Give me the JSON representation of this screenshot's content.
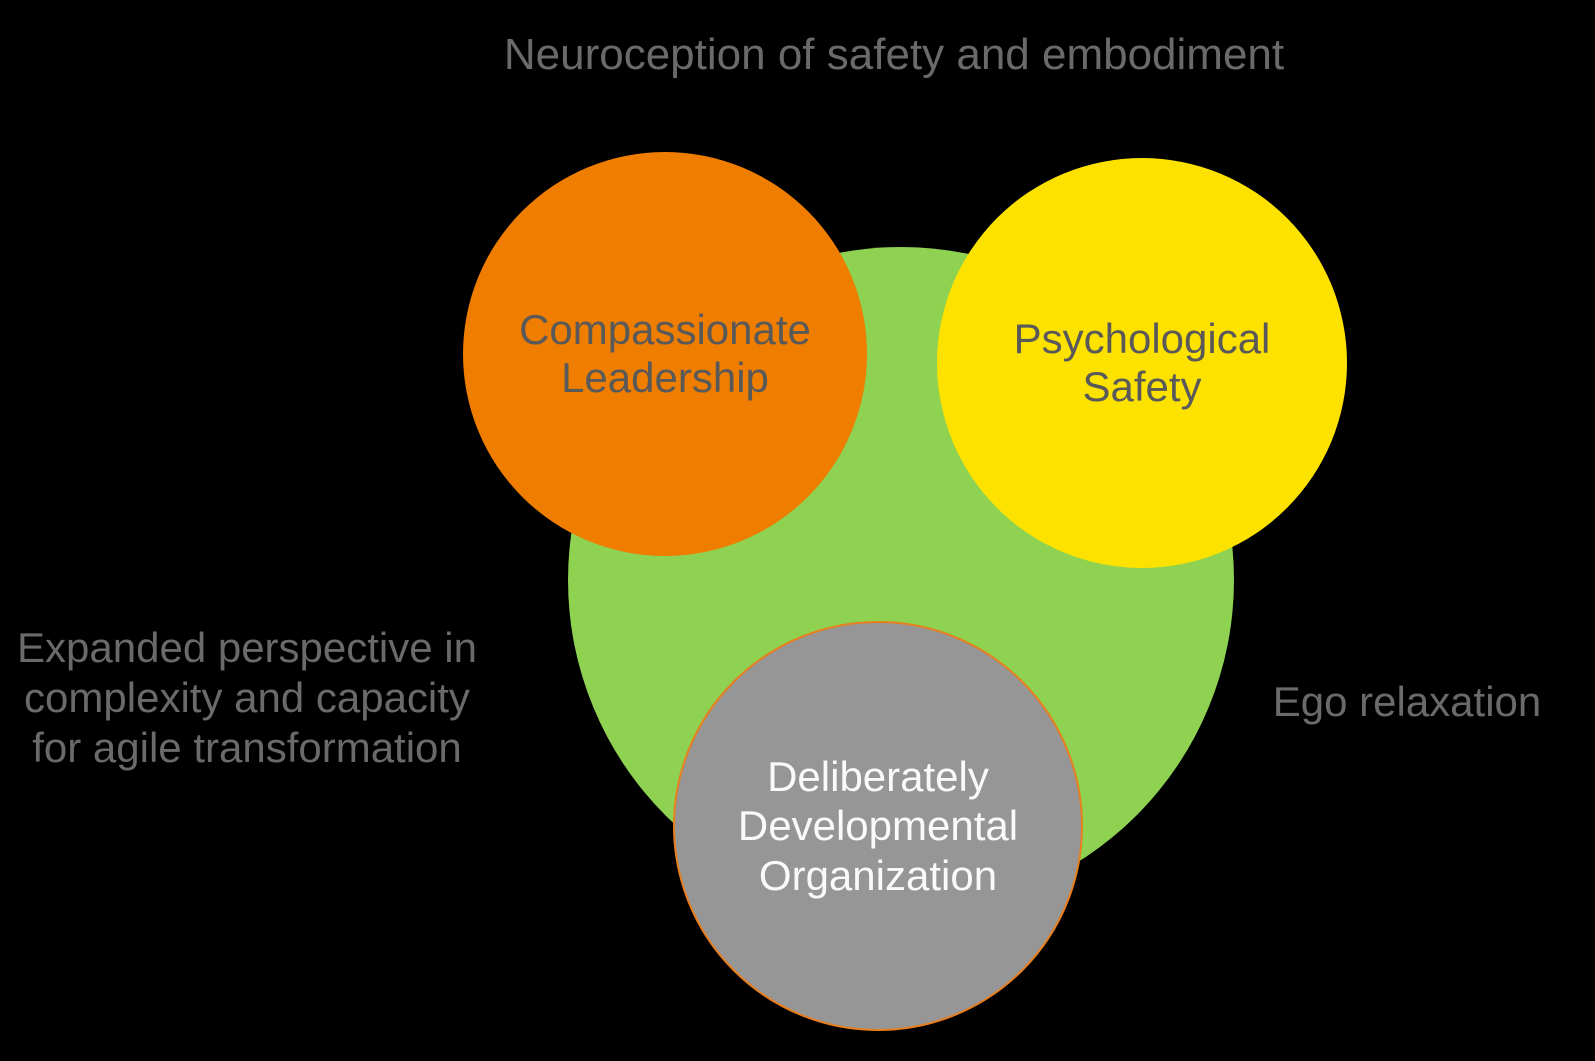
{
  "colors": {
    "background": "#000000",
    "green_circle": "#8FD252",
    "orange_circle": "#EE7D00",
    "yellow_circle": "#FDE200",
    "gray_circle": "#969696",
    "gray_circle_border": "#E87E1E",
    "outer_label_text": "#6A6A6A",
    "inner_label_text": "#595959",
    "gray_circle_text": "#FAFAFA"
  },
  "outer_labels": {
    "top": "Neuroception of safety and embodiment",
    "left": "Expanded perspective in\ncomplexity and capacity\nfor agile transformation",
    "right": "Ego relaxation"
  },
  "circles": {
    "green": {
      "label": "",
      "color": "#8FD252"
    },
    "orange": {
      "label": "Compassionate\nLeadership",
      "color": "#EE7D00",
      "text_color": "#595959"
    },
    "yellow": {
      "label": "Psychological\nSafety",
      "color": "#FDE200",
      "text_color": "#595959"
    },
    "gray": {
      "label": "Deliberately\nDevelopmental\nOrganization",
      "color": "#969696",
      "border_color": "#E87E1E",
      "text_color": "#FAFAFA"
    }
  }
}
